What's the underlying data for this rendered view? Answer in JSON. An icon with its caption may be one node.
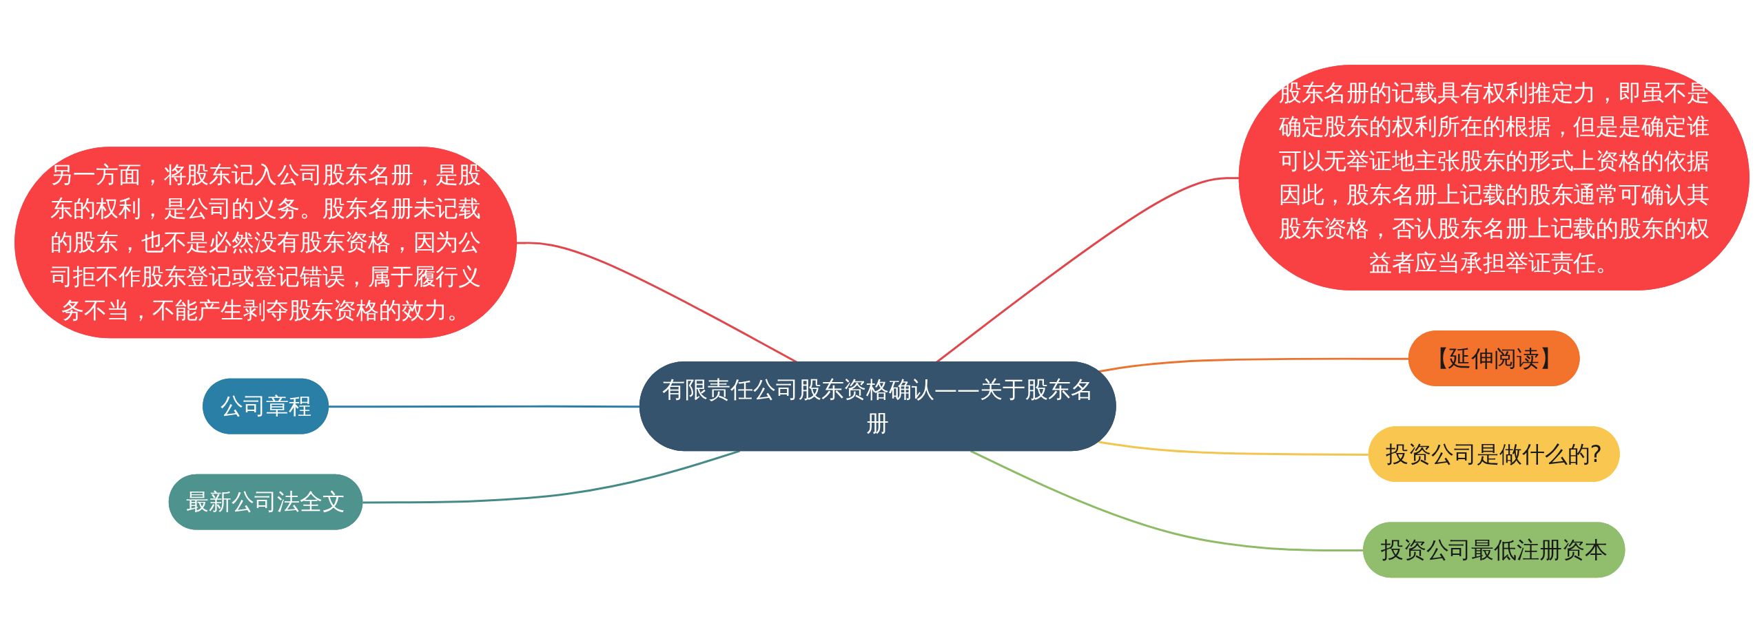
{
  "diagram": {
    "nodes": [
      {
        "text": [
          "有限责任公司股东资格确认——关于股东名册"
        ]
      },
      {
        "text": [
          "另一方面，将股东记入公司股东名册，是股东的权利，是公司的义务。股东名册未记载的股东，也不是必然没有股东资格，因为公司拒不作股东登记或登记错误，属于履行义务不当，不能产生剥夺股东资格的效力。"
        ]
      },
      {
        "text": [
          "股东名册的记载具有权利推定力，即虽不是确定股东的权利所在的根据，但是是确定谁可以无举证地主张股东的形式上资格的依据因此，股东名册上记载的股东通常可确认其股东资格，否认股东名册上记载的股东的权益者应当承担举证责任。"
        ]
      },
      {
        "text": [
          "公司章程"
        ]
      },
      {
        "text": [
          "最新公司法全文"
        ]
      },
      {
        "text": [
          "【延伸阅读】"
        ]
      },
      {
        "text": [
          "投资公司是做什么的?"
        ]
      },
      {
        "text": [
          "投资公司最低注册资本"
        ]
      }
    ],
    "edges": [
      {
        "from": 1,
        "to": 0,
        "arrow": "none",
        "color": "#e0474c"
      },
      {
        "from": 0,
        "to": 2,
        "arrow": "none",
        "color": "#e0474c"
      },
      {
        "from": 3,
        "to": 0,
        "arrow": "none",
        "color": "#2a7fa6"
      },
      {
        "from": 4,
        "to": 0,
        "arrow": "none",
        "color": "#468a87"
      },
      {
        "from": 0,
        "to": 5,
        "arrow": "none",
        "color": "#ea7330"
      },
      {
        "from": 0,
        "to": 6,
        "arrow": "none",
        "color": "#f2c64e"
      },
      {
        "from": 0,
        "to": 7,
        "arrow": "none",
        "color": "#8dbb66"
      }
    ]
  }
}
